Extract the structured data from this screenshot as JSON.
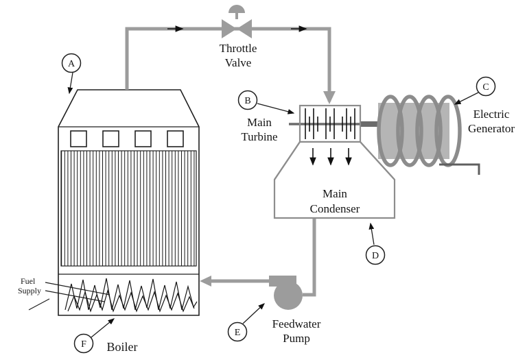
{
  "colors": {
    "pipe_gray": "#9c9c9c",
    "component_gray": "#b5b5b5",
    "coil_gray": "#8c8c8c",
    "shaft_gray": "#6b6b6b",
    "outline_black": "#1f1f1f"
  },
  "callouts": {
    "a": "A",
    "b": "B",
    "c": "C",
    "d": "D",
    "e": "E",
    "f": "F"
  },
  "components": {
    "throttle_valve": {
      "line1": "Throttle",
      "line2": "Valve"
    },
    "main_turbine": {
      "line1": "Main",
      "line2": "Turbine"
    },
    "electric_generator": {
      "line1": "Electric",
      "line2": "Generator"
    },
    "main_condenser": {
      "line1": "Main",
      "line2": "Condenser"
    },
    "feedwater_pump": {
      "line1": "Feedwater",
      "line2": "Pump"
    },
    "boiler": {
      "label": "Boiler"
    },
    "fuel_supply": {
      "line1": "Fuel",
      "line2": "Supply"
    }
  }
}
